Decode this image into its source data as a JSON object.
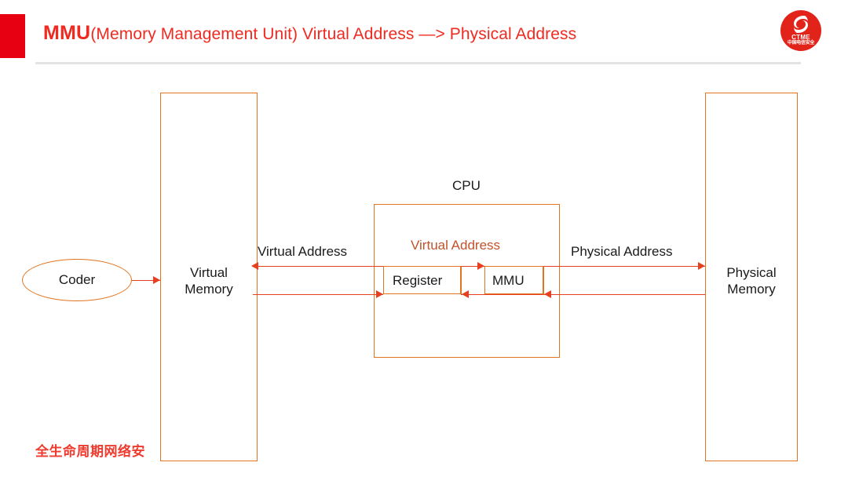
{
  "header": {
    "title_main": "MMU",
    "title_rest": "(Memory Management Unit) Virtual Address —> Physical Address",
    "accent_color": "#e60012",
    "title_color": "#ef2a20"
  },
  "logo": {
    "text_en": "CTME",
    "text_cn": "中国电信安全",
    "background_color": "#e2231a"
  },
  "diagram": {
    "line_color": "#e8401f",
    "shape_color": "#e2731f",
    "nodes": {
      "coder": "Coder",
      "virtual_memory": "Virtual\nMemory",
      "physical_memory": "Physical\nMemory",
      "cpu": "CPU",
      "register": "Register",
      "mmu": "MMU"
    },
    "labels": {
      "virtual_address_left": "Virtual Address",
      "virtual_address_inner": "Virtual Address",
      "physical_address_right": "Physical Address"
    }
  },
  "footer": {
    "text": "全生命周期网络安"
  }
}
